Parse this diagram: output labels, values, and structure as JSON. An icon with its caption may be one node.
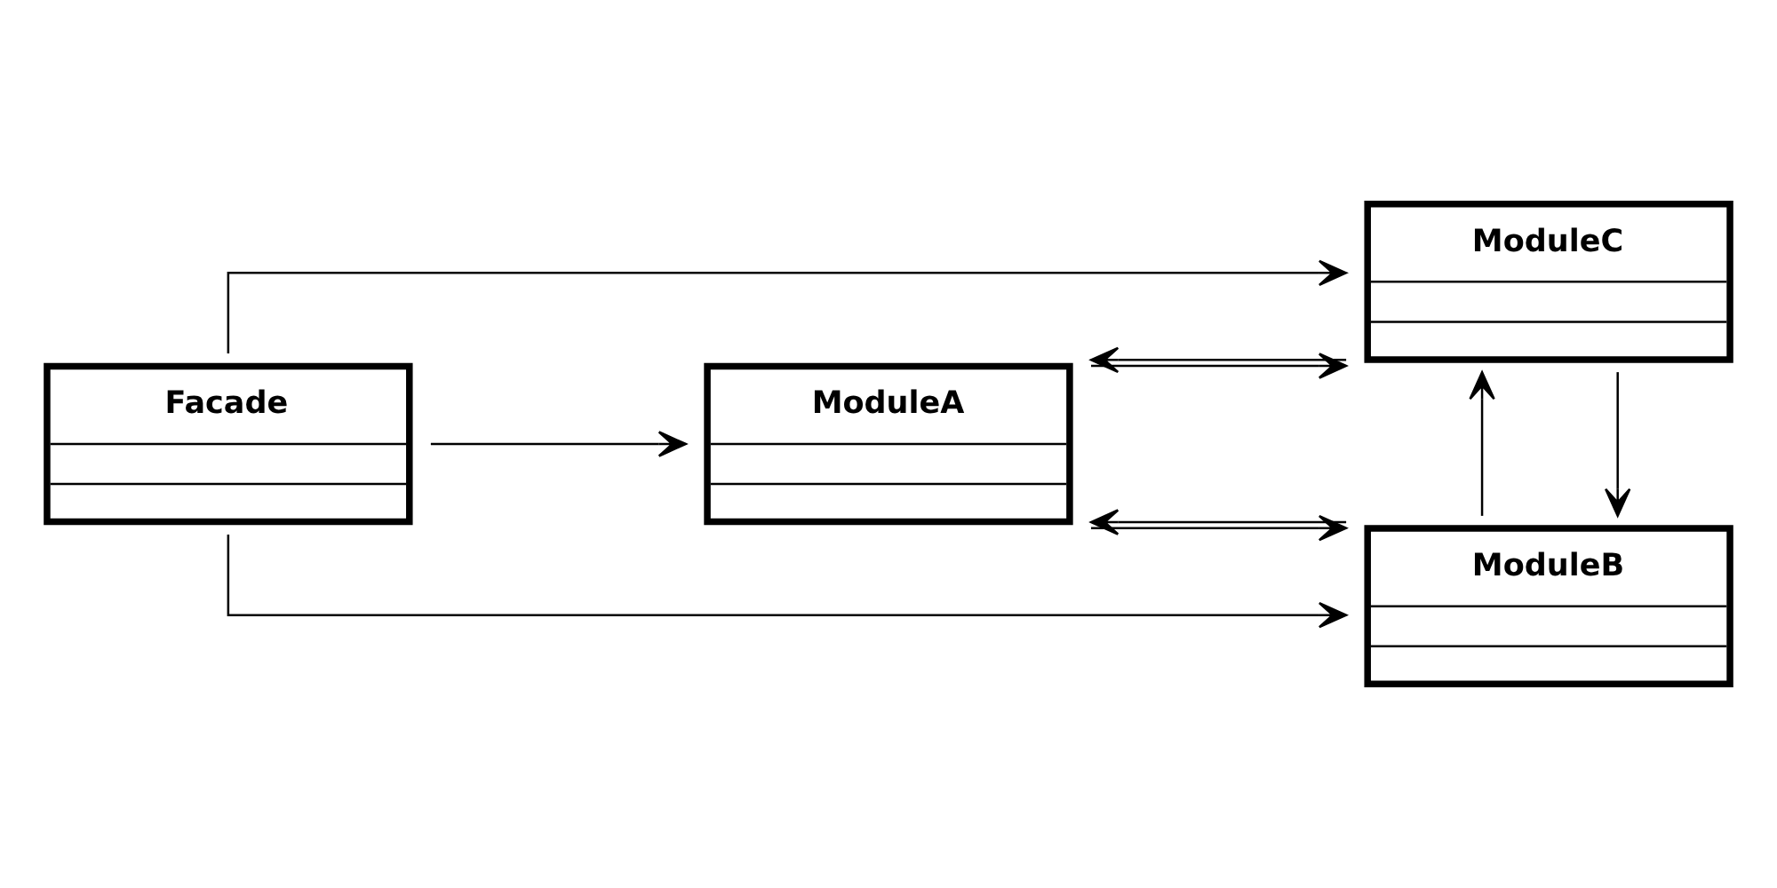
{
  "diagram": {
    "nodes": [
      {
        "text": [
          "Facade"
        ]
      },
      {
        "text": [
          "ModuleA"
        ]
      },
      {
        "text": [
          "ModuleB"
        ]
      },
      {
        "text": [
          "ModuleC"
        ]
      }
    ],
    "edges": [
      {
        "from": 0,
        "to": 2,
        "arrow": "to"
      },
      {
        "from": 0,
        "to": 1,
        "arrow": "to"
      },
      {
        "from": 0,
        "to": 3,
        "arrow": "to"
      },
      {
        "from": 1,
        "to": 2,
        "arrow": "to"
      },
      {
        "from": 2,
        "to": 1,
        "arrow": "to"
      },
      {
        "from": 2,
        "to": 3,
        "arrow": "to"
      },
      {
        "from": 3,
        "to": 2,
        "arrow": "to"
      },
      {
        "from": 1,
        "to": 3,
        "arrow": "to"
      },
      {
        "from": 3,
        "to": 1,
        "arrow": "to"
      }
    ]
  }
}
